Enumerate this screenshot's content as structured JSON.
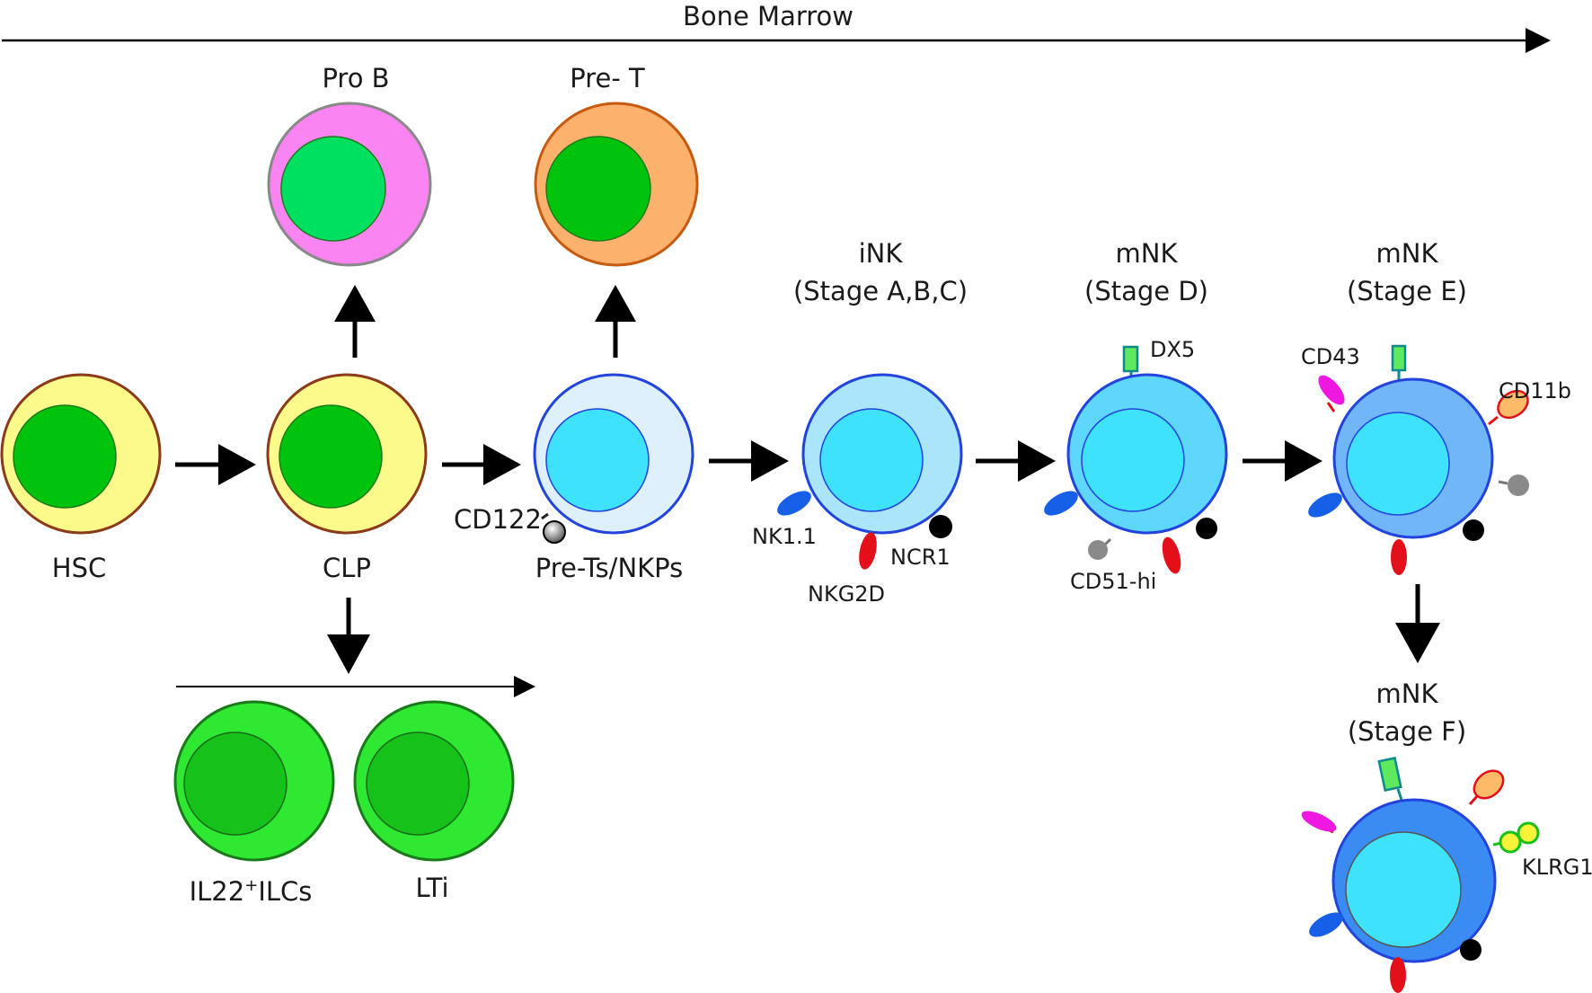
{
  "title": "Bone Marrow",
  "cells": {
    "hsc": "HSC",
    "clp": "CLP",
    "prob": "Pro B",
    "pret": "Pre- T",
    "prets": "Pre-Ts/NKPs",
    "ink_line1": "iNK",
    "ink_line2": "(Stage A,B,C)",
    "mnkd_line1": "mNK",
    "mnkd_line2": "(Stage D)",
    "mnke_line1": "mNK",
    "mnke_line2": "(Stage E)",
    "mnkf_line1": "mNK",
    "mnkf_line2": "(Stage F)",
    "ilc_main": "IL22",
    "ilc_sup": "+",
    "ilc_rest": "ILCs",
    "lti": "LTi"
  },
  "markers": {
    "cd122": "CD122",
    "nk11": "NK1.1",
    "nkg2d": "NKG2D",
    "ncr1": "NCR1",
    "dx5": "DX5",
    "cd51": "CD51-hi",
    "cd43": "CD43",
    "cd11b": "CD11b",
    "klrg1": "KLRG1"
  },
  "colors": {
    "hsc_fill": "#fdfa8c",
    "hsc_border": "#8b3a1a",
    "nucleus_green": "#00c40c",
    "prob_fill": "#fb84f3",
    "prob_nucleus": "#00e060",
    "pret_fill": "#fcb26c",
    "pret_border": "#c85a10",
    "prets_fill": "#ddf0fc",
    "ink_fill": "#a9e6fb",
    "mnkd_fill": "#5fd6fb",
    "mnke_fill": "#70b6f9",
    "mnkf_fill": "#3a8bf2",
    "nucleus_cyan": "#3ee2fb",
    "cell_border_blue": "#2244dd",
    "ilc_fill": "#2ee832",
    "ilc_nucleus": "#16c21a",
    "nk11_blue": "#1560e6",
    "nkg2d_red": "#e3101a",
    "cd43_magenta": "#ee18e0",
    "cd11b_orange": "#fdbb6a",
    "klrg1_yellow": "#fbf23a",
    "dx5_green": "#5eea5e"
  }
}
